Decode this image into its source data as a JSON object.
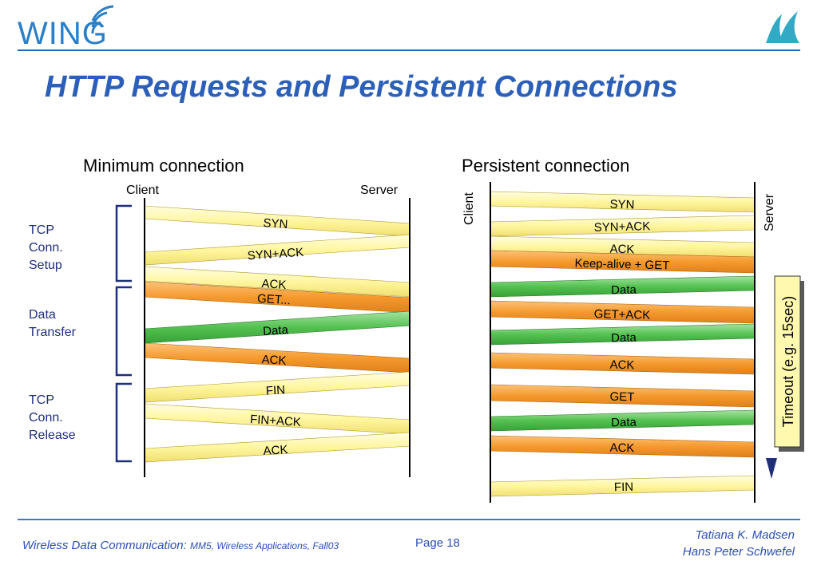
{
  "header": {
    "logo_text": "WING",
    "title": "HTTP Requests and Persistent Connections"
  },
  "colors": {
    "accent_blue": "#2b5fb8",
    "bracket_navy": "#1f2f7a",
    "control_yellow": "#fffbb0",
    "request_orange": "#f7a53c",
    "data_green": "#5cc25c"
  },
  "icons": [
    "wing-signal-icon",
    "wave-logo-icon",
    "timeout-arrow-icon"
  ],
  "diagrams": {
    "minimum": {
      "title": "Minimum connection",
      "client_label": "Client",
      "server_label": "Server",
      "phases": [
        {
          "lines": [
            "TCP",
            "Conn.",
            "Setup"
          ]
        },
        {
          "lines": [
            "Data",
            "Transfer"
          ]
        },
        {
          "lines": [
            "TCP",
            "Conn.",
            "Release"
          ]
        }
      ],
      "messages": [
        {
          "label": "SYN",
          "color": "yellow"
        },
        {
          "label": "SYN+ACK",
          "color": "yellow"
        },
        {
          "label": "ACK",
          "color": "yellow"
        },
        {
          "label": "GET...",
          "color": "orange"
        },
        {
          "label": "Data",
          "color": "green"
        },
        {
          "label": "ACK",
          "color": "orange"
        },
        {
          "label": "FIN",
          "color": "yellow"
        },
        {
          "label": "FIN+ACK",
          "color": "yellow"
        },
        {
          "label": "ACK",
          "color": "yellow"
        }
      ]
    },
    "persistent": {
      "title": "Persistent connection",
      "client_label": "Client",
      "server_label": "Server",
      "timeout_label": "Timeout (e.g. 15sec)",
      "messages": [
        {
          "label": "SYN",
          "color": "yellow"
        },
        {
          "label": "SYN+ACK",
          "color": "yellow"
        },
        {
          "label": "ACK",
          "color": "yellow"
        },
        {
          "label": "Keep-alive + GET",
          "color": "orange"
        },
        {
          "label": "Data",
          "color": "green"
        },
        {
          "label": "GET+ACK",
          "color": "orange"
        },
        {
          "label": "Data",
          "color": "green"
        },
        {
          "label": "ACK",
          "color": "orange"
        },
        {
          "label": "GET",
          "color": "orange"
        },
        {
          "label": "Data",
          "color": "green"
        },
        {
          "label": "ACK",
          "color": "orange"
        },
        {
          "label": "FIN",
          "color": "yellow"
        }
      ]
    }
  },
  "footer": {
    "course_main": "Wireless Data Communication:",
    "course_sub": "MM5, Wireless Applications, Fall03",
    "page": "Page 18",
    "author_1": "Tatiana K. Madsen",
    "author_2": "Hans Peter Schwefel"
  }
}
